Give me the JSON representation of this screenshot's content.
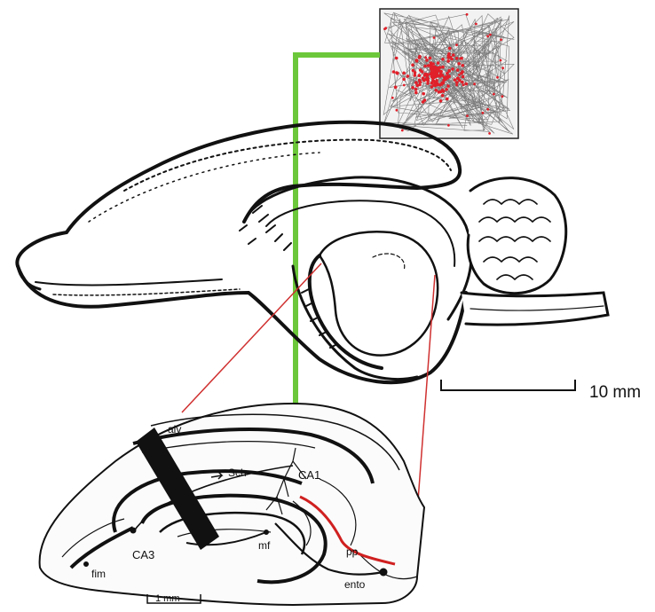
{
  "scale_bars": {
    "brain": "10 mm",
    "section": "1 mm"
  },
  "labels": {
    "alv": "alv",
    "sch": "Sch",
    "ca1": "CA1",
    "ca3": "CA3",
    "mf": "mf",
    "pp": "pp",
    "fim": "fim",
    "ento": "ento"
  },
  "colors": {
    "recording_path": "#6cc83a",
    "zoom_lines": "#d03030",
    "place_field": "#e0202a",
    "trajectory": "#555555",
    "perforant_path": "#d02020",
    "electrode": "#111111"
  },
  "icons": {
    "place_field_plot": "trajectory-heatmap",
    "brain_drawing": "rat-brain-sagittal",
    "hippocampal_section": "hippocampus-cross-section"
  }
}
